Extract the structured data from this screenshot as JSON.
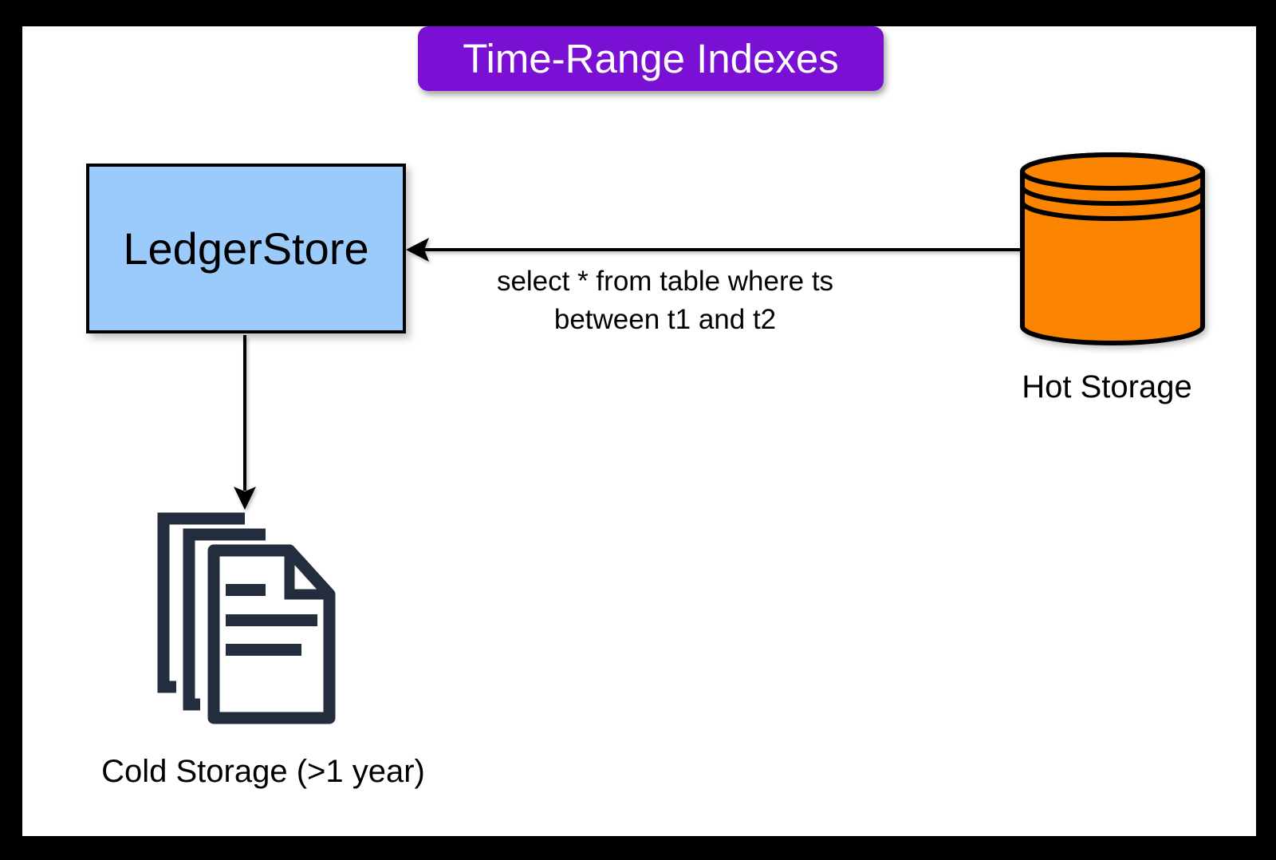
{
  "diagram": {
    "title": "Time-Range Indexes",
    "nodes": {
      "ledger": {
        "label": "LedgerStore"
      },
      "hot": {
        "label": "Hot Storage"
      },
      "cold": {
        "label": "Cold Storage (>1 year)"
      }
    },
    "edges": {
      "hot_to_ledger": {
        "direction": "from Hot Storage to LedgerStore",
        "label_line1": "select * from table where ts",
        "label_line2": "between t1 and t2"
      },
      "ledger_to_cold": {
        "direction": "from LedgerStore to Cold Storage documents"
      }
    },
    "colors": {
      "frame": "#000000",
      "canvas_bg": "#ffffff",
      "title_bg": "#7a10d4",
      "title_text": "#ffffff",
      "ledger_fill": "#9acbfa",
      "hot_fill": "#fb8500",
      "cold_icon": "#242d3e",
      "line_stroke": "#000000"
    }
  }
}
